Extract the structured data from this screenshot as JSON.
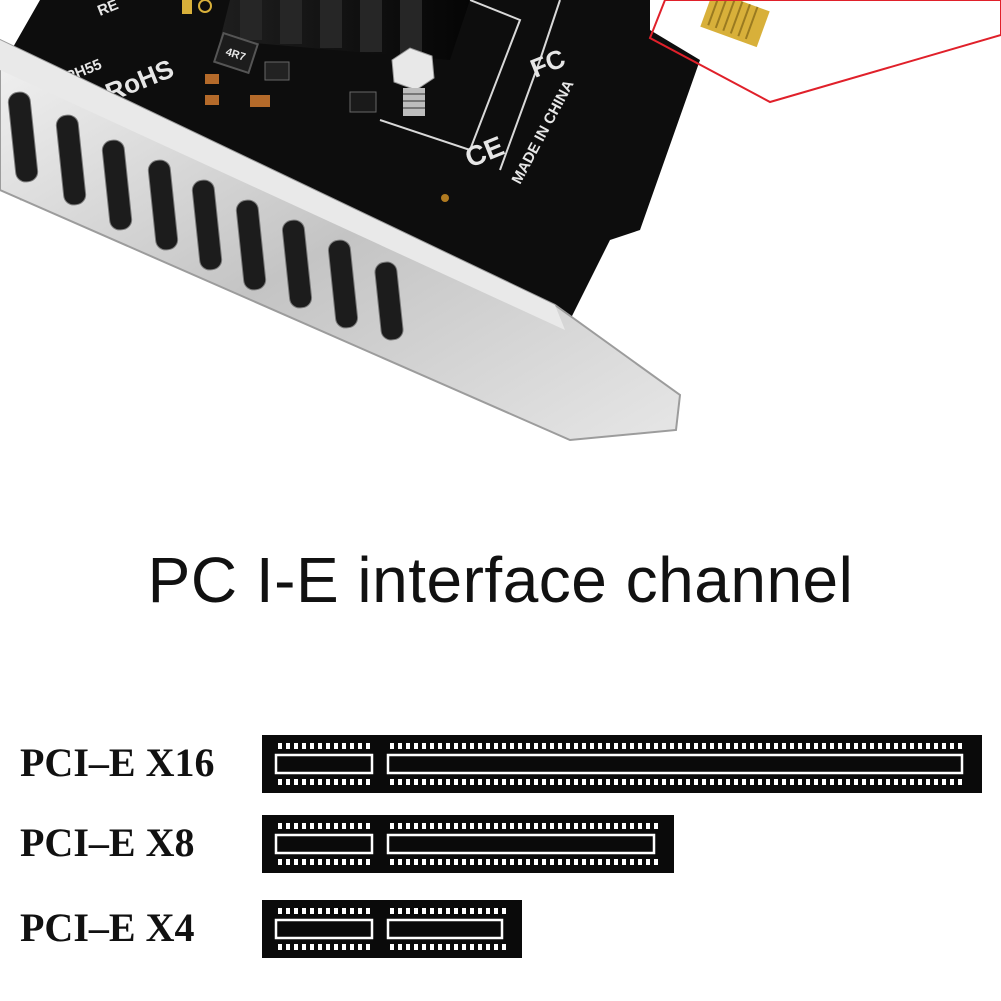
{
  "photo": {
    "silkscreen": {
      "model": "PH55",
      "partial": "RE",
      "rohs": "RoHS",
      "fc": "FC",
      "ce": "CE",
      "origin": "MADE IN CHINA",
      "chip": "4R7"
    },
    "colors": {
      "pcb": "#0d0d0d",
      "bracket": "#c9c9c9",
      "gold_finger": "#d8b03a",
      "highlight_box": "#e0202a"
    }
  },
  "headline": "PC I-E interface channel",
  "slots": [
    {
      "label": "PCI–E X16"
    },
    {
      "label": "PCI–E X8"
    },
    {
      "label": "PCI–E X4"
    }
  ]
}
